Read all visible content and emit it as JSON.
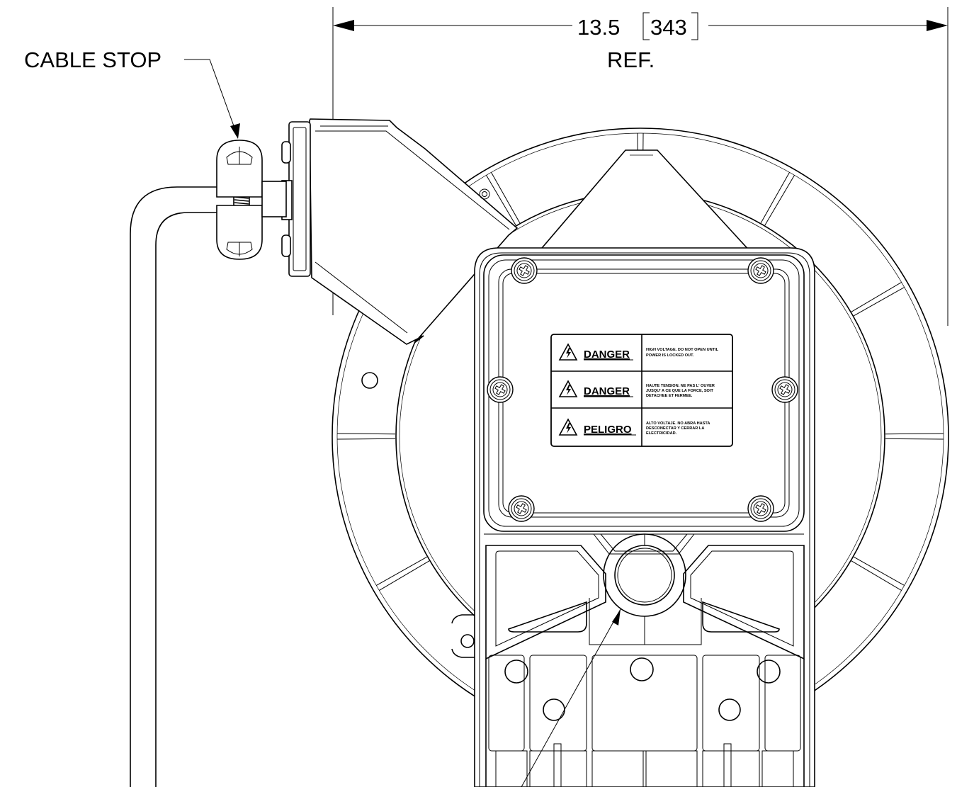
{
  "dimension": {
    "value_in": "13.5",
    "value_mm": "343",
    "ref_label": "REF."
  },
  "callout": {
    "cable_stop": "CABLE STOP"
  },
  "warning_label": {
    "rows": [
      {
        "word": "DANGER",
        "lines": [
          "HIGH VOLTAGE. DO NOT OPEN UNTIL",
          "POWER IS LOCKED OUT."
        ]
      },
      {
        "word": "DANGER",
        "lines": [
          "HAUTE TENSION. NE PAS L' OUVER",
          "JUSQU' A CE QUE LA FORCE, SOIT",
          "DETACHEE ET FERMEE."
        ]
      },
      {
        "word": "PELIGRO",
        "lines": [
          "ALTO VOLTAJE. NO ABRA HASTA",
          "DESCONECTAR Y CERRAR LA",
          "ELECTRICIDAD."
        ]
      }
    ]
  }
}
